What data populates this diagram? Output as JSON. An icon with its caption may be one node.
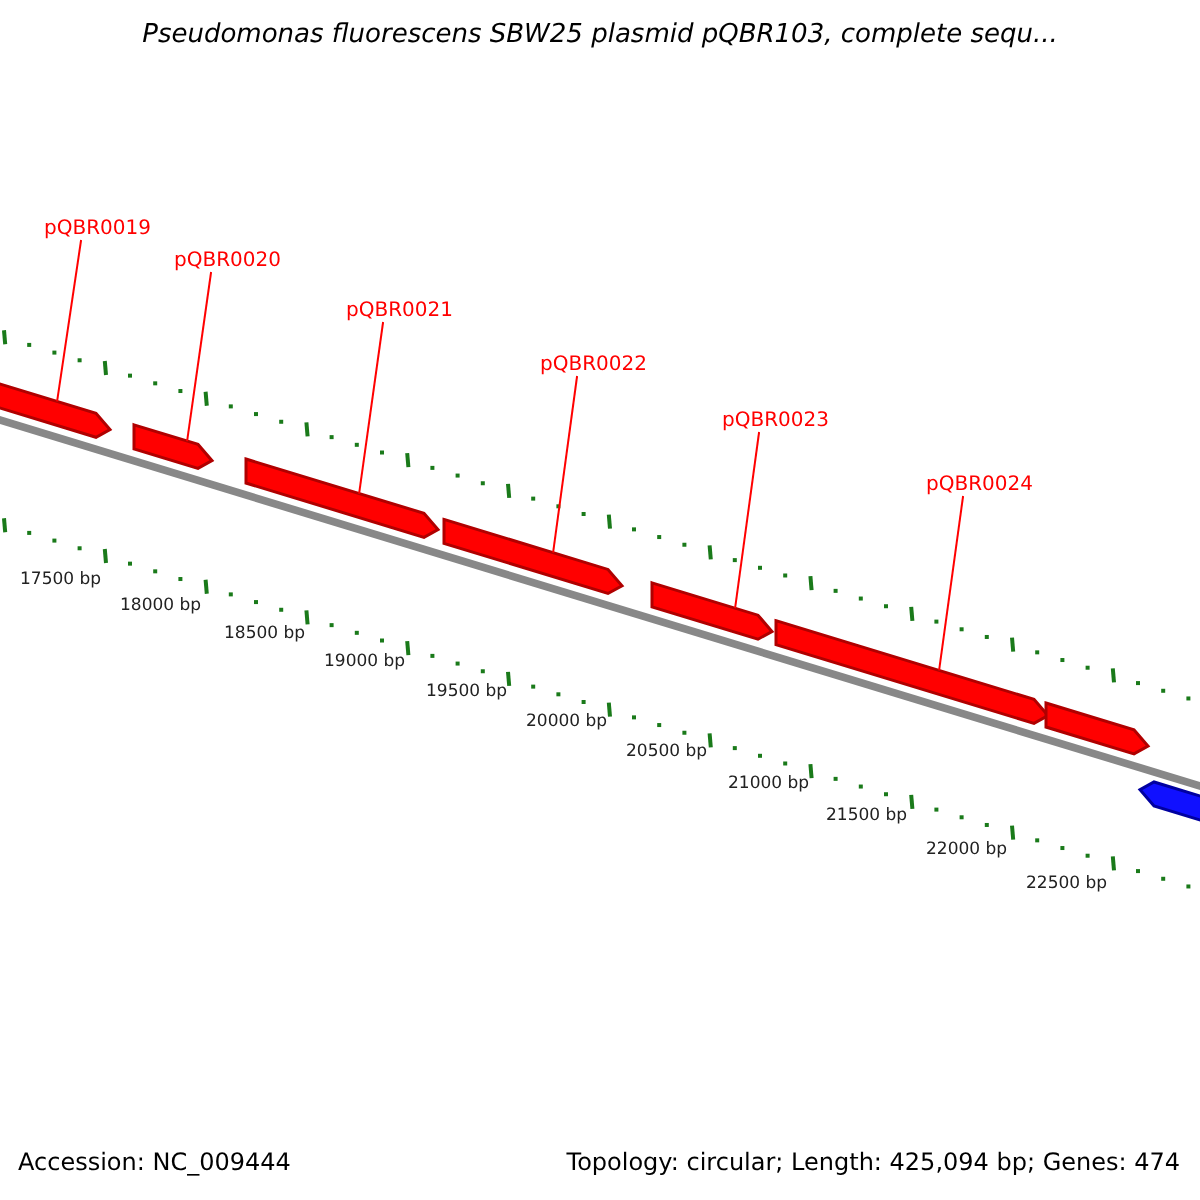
{
  "diagram": {
    "title": "Pseudomonas fluorescens SBW25 plasmid pQBR103, complete sequ...",
    "nodes": [
      {
        "text": [
          "pQBR0019"
        ]
      },
      {
        "text": [
          "pQBR0020"
        ]
      },
      {
        "text": [
          "pQBR0021"
        ]
      },
      {
        "text": [
          "pQBR0022"
        ]
      },
      {
        "text": [
          "pQBR0023"
        ]
      },
      {
        "text": [
          "pQBR0024"
        ]
      },
      {
        "text": [],
        "shape": "arrow"
      },
      {
        "text": [],
        "shape": "arrow"
      },
      {
        "text": [],
        "shape": "arrow"
      },
      {
        "text": [],
        "shape": "arrow"
      },
      {
        "text": [],
        "shape": "arrow"
      },
      {
        "text": [],
        "shape": "arrow"
      },
      {
        "text": [],
        "shape": "arrow"
      },
      {
        "text": [],
        "shape": "arrow"
      }
    ],
    "edges": [
      {
        "from": 0,
        "to": 6,
        "arrow": "none"
      },
      {
        "from": 1,
        "to": 7,
        "arrow": "none"
      },
      {
        "from": 2,
        "to": 8,
        "arrow": "none"
      },
      {
        "from": 3,
        "to": 9,
        "arrow": "none"
      },
      {
        "from": 4,
        "to": 10,
        "arrow": "none"
      },
      {
        "from": 5,
        "to": 11,
        "arrow": "none"
      }
    ],
    "labels": [
      "17500 bp",
      "18000 bp",
      "18500 bp",
      "19000 bp",
      "19500 bp",
      "20000 bp",
      "20500 bp",
      "21000 bp",
      "21500 bp",
      "22000 bp",
      "22500 bp",
      "Accession: NC_009444",
      "Topology: circular; Length: 425,094 bp; Genes: 474"
    ]
  }
}
